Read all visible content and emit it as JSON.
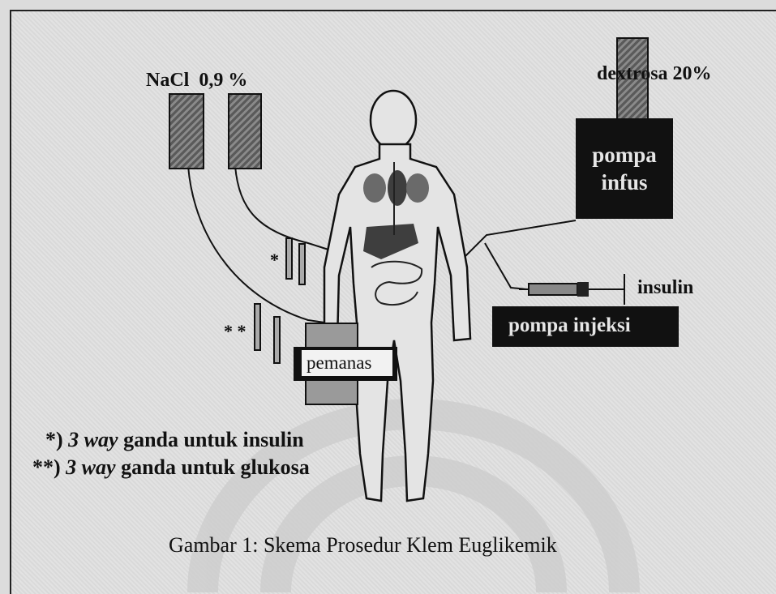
{
  "labels": {
    "nacl": "NaCl  0,9 %",
    "dextrosa": "dextrosa 20%",
    "pompa_infus_line1": "pompa",
    "pompa_infus_line2": "infus",
    "insulin": "insulin",
    "pompa_injeksi": "pompa injeksi",
    "pemanas": "pemanas",
    "star_single": "*",
    "star_double": "* *"
  },
  "footnotes": [
    {
      "marker": "*) ",
      "italic": "3 way",
      "text": " ganda untuk insulin"
    },
    {
      "marker": "**) ",
      "italic": "3 way",
      "text": " ganda untuk glukosa"
    }
  ],
  "caption": "Gambar 1: Skema Prosedur Klem Euglikemik"
}
